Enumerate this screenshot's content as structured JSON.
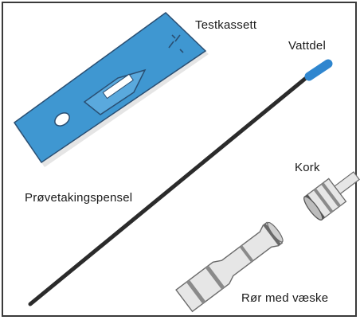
{
  "labels": {
    "test_cassette": "Testkassett",
    "swab_tip": "Vattdel",
    "cap": "Kork",
    "swab": "Prøvetakingspensel",
    "tube_with_liquid": "Rør med væske"
  },
  "colors": {
    "cassette_blue": "#3f97d1",
    "cassette_outline": "#2a4f73",
    "swab_tip_blue": "#2f86cf",
    "swab_stick": "#2b2b2b",
    "tube_fill": "#e6e6e6",
    "tube_outline": "#6a6a6a"
  }
}
